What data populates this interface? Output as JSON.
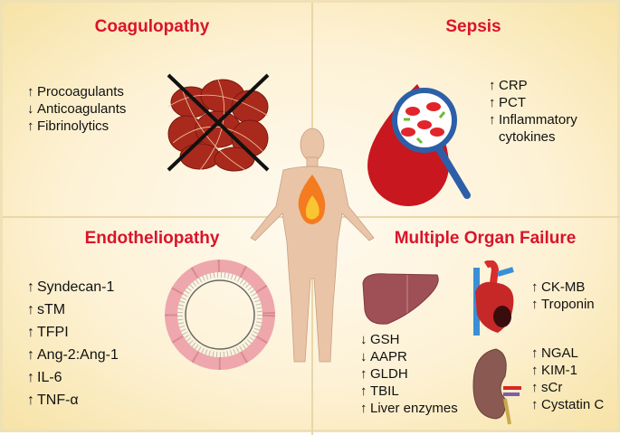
{
  "quadrants": {
    "coagulopathy": {
      "title": "Coagulopathy",
      "items": [
        {
          "dir": "↑",
          "label": "Procoagulants"
        },
        {
          "dir": "↓",
          "label": "Anticoagulants"
        },
        {
          "dir": "↑",
          "label": "Fibrinolytics"
        }
      ]
    },
    "sepsis": {
      "title": "Sepsis",
      "items": [
        {
          "dir": "↑",
          "label": "CRP"
        },
        {
          "dir": "↑",
          "label": "PCT"
        },
        {
          "dir": "↑",
          "label": "Inflammatory"
        },
        {
          "dir": "",
          "label": "cytokines"
        }
      ]
    },
    "endotheliopathy": {
      "title": "Endotheliopathy",
      "items": [
        {
          "dir": "↑",
          "label": "Syndecan-1"
        },
        {
          "dir": "↑",
          "label": "sTM"
        },
        {
          "dir": "↑",
          "label": "TFPI"
        },
        {
          "dir": "↑",
          "label": "Ang-2:Ang-1"
        },
        {
          "dir": "↑",
          "label": "IL-6"
        },
        {
          "dir": "↑",
          "label": "TNF-α"
        }
      ]
    },
    "organ_failure": {
      "title": "Multiple Organ Failure",
      "liver": [
        {
          "dir": "↓",
          "label": "GSH"
        },
        {
          "dir": "↓",
          "label": "AAPR"
        },
        {
          "dir": "↑",
          "label": "GLDH"
        },
        {
          "dir": "↑",
          "label": "TBIL"
        },
        {
          "dir": "↑",
          "label": "Liver enzymes"
        }
      ],
      "heart": [
        {
          "dir": "↑",
          "label": "CK-MB"
        },
        {
          "dir": "↑",
          "label": "Troponin"
        }
      ],
      "kidney": [
        {
          "dir": "↑",
          "label": "NGAL"
        },
        {
          "dir": "↑",
          "label": "KIM-1"
        },
        {
          "dir": "↑",
          "label": "sCr"
        },
        {
          "dir": "↑",
          "label": "Cystatin C"
        }
      ]
    }
  },
  "colors": {
    "title": "#d9142b",
    "background": "#fdf2d6"
  }
}
